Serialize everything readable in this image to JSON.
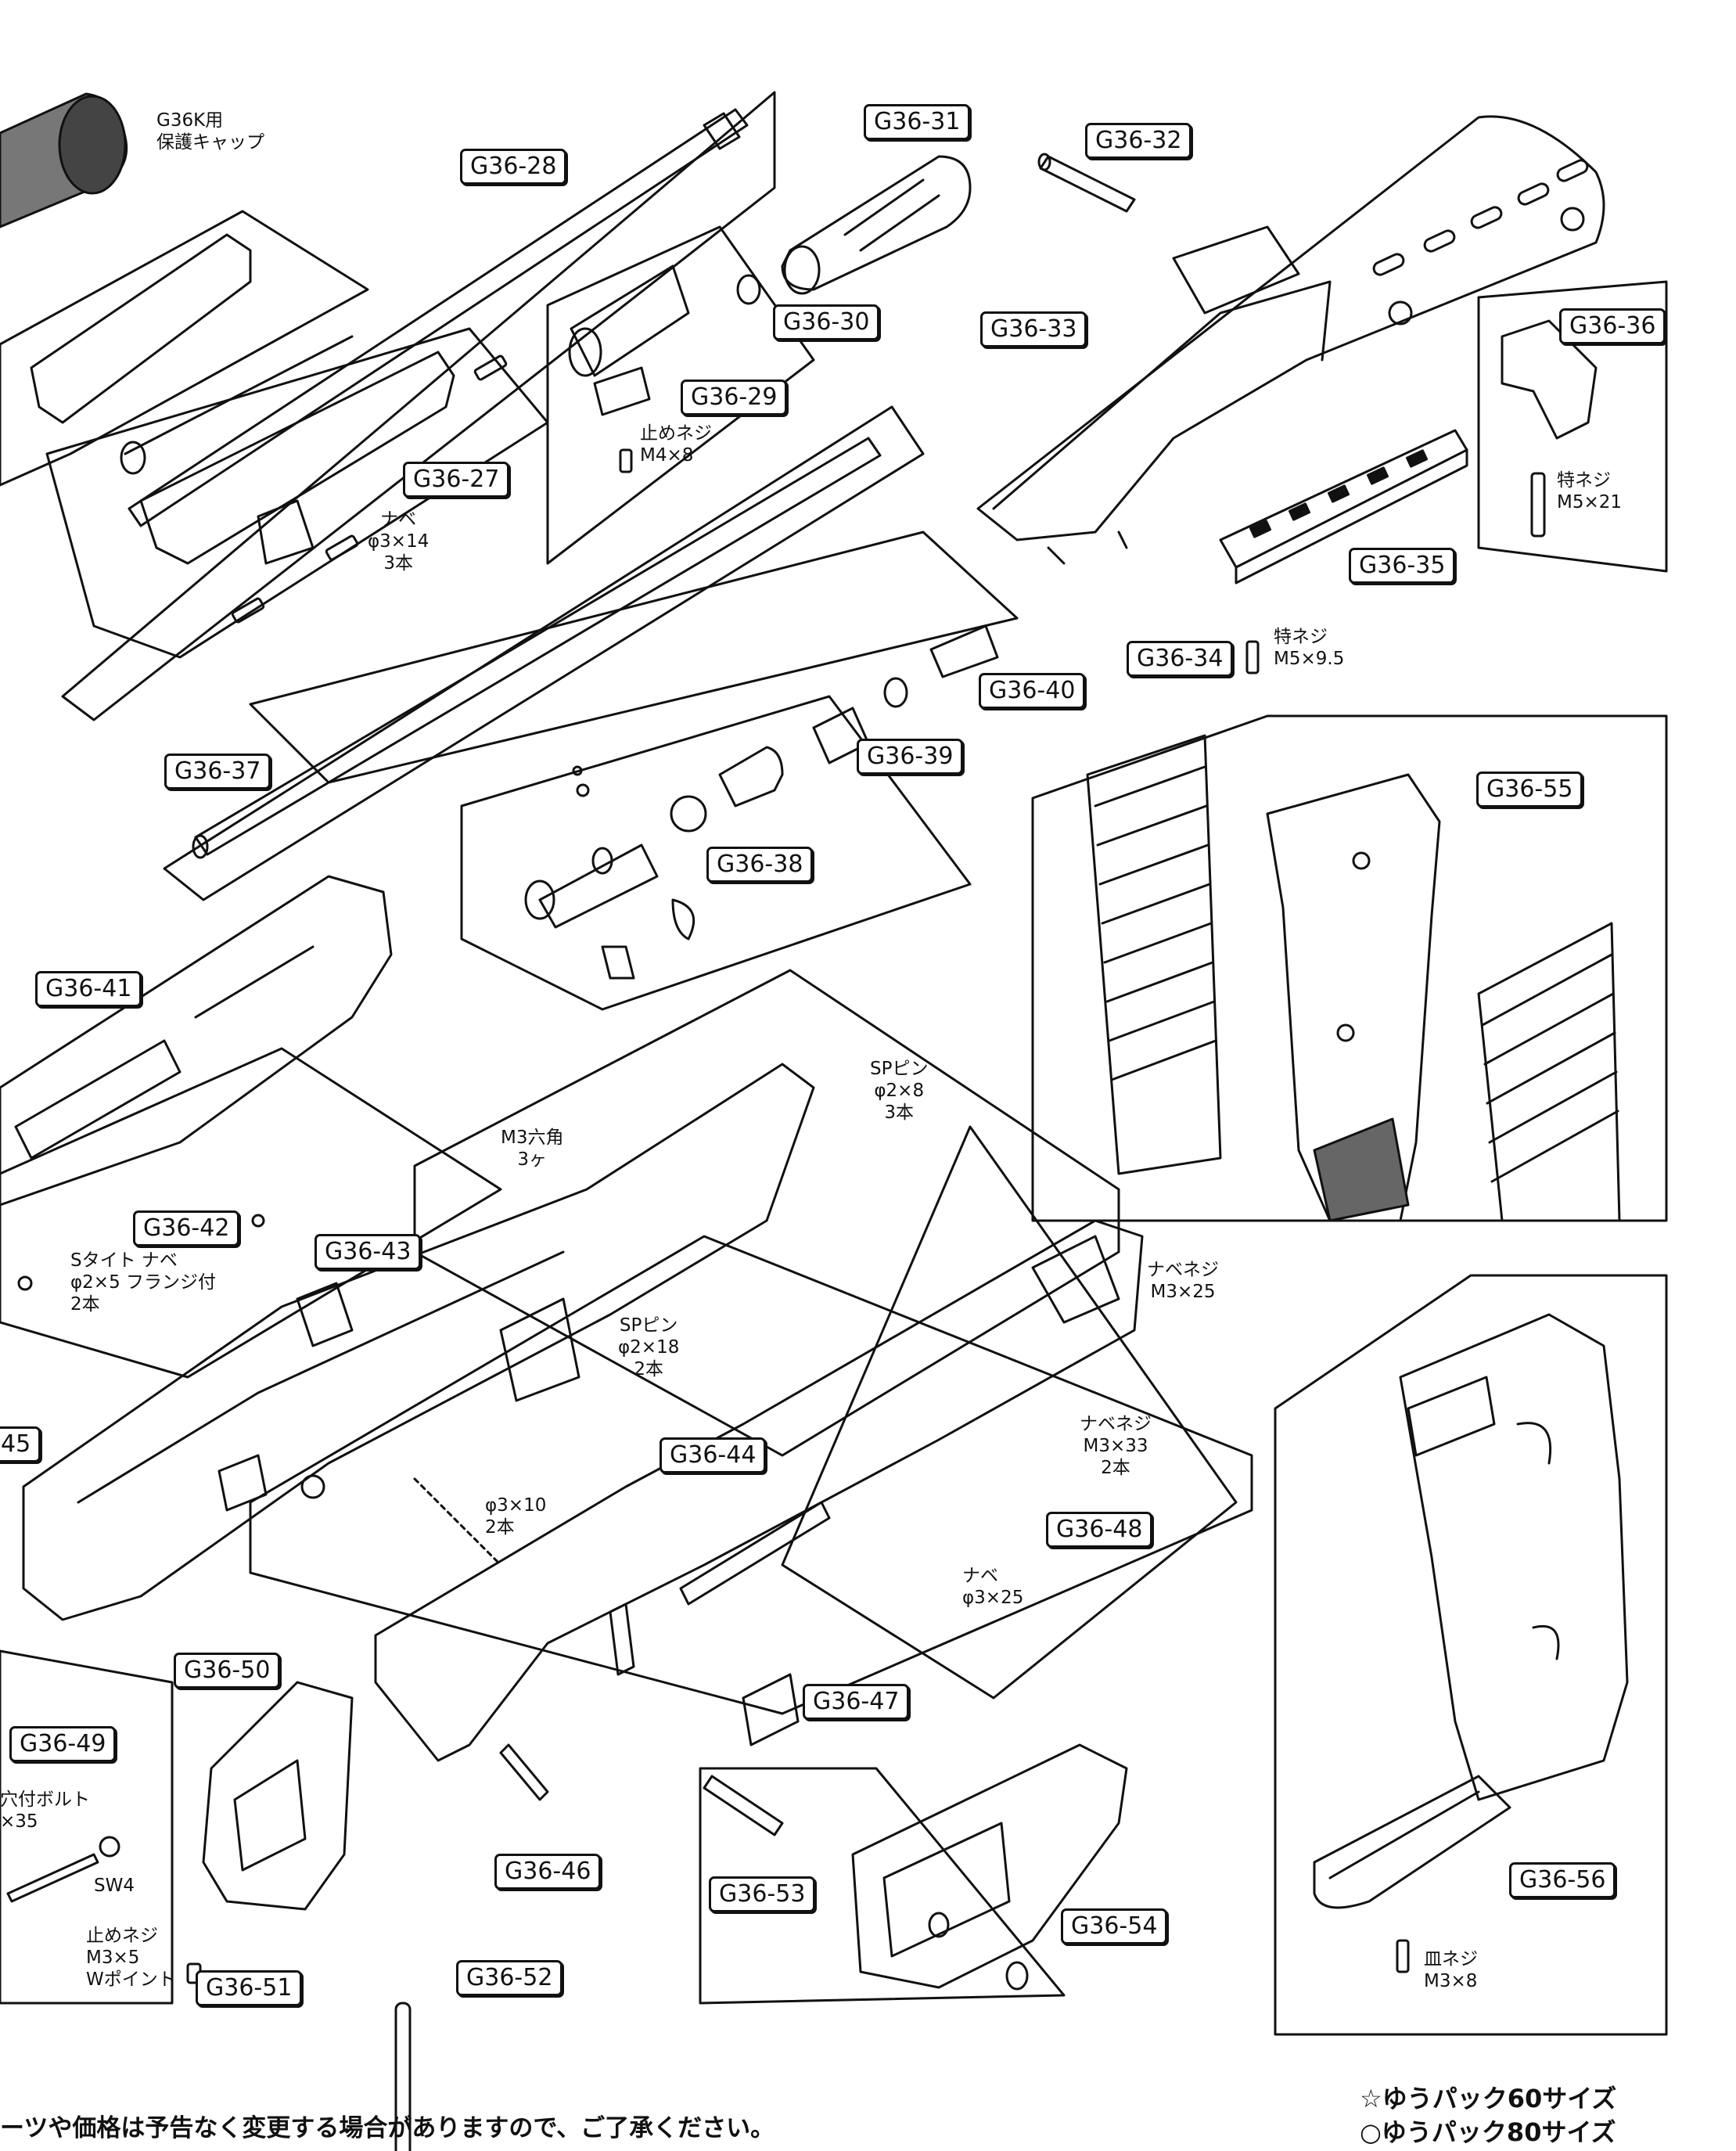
{
  "labels": {
    "g27": "G36-27",
    "g28": "G36-28",
    "g29": "G36-29",
    "g30": "G36-30",
    "g31": "G36-31",
    "g32": "G36-32",
    "g33": "G36-33",
    "g34": "G36-34",
    "g35": "G36-35",
    "g36": "G36-36",
    "g37": "G36-37",
    "g38": "G36-38",
    "g39": "G36-39",
    "g40": "G36-40",
    "g41": "G36-41",
    "g42": "G36-42",
    "g43": "G36-43",
    "g44": "G36-44",
    "g45": "45",
    "g46": "G36-46",
    "g47": "G36-47",
    "g48": "G36-48",
    "g49": "G36-49",
    "g50": "G36-50",
    "g51": "G36-51",
    "g52": "G36-52",
    "g53": "G36-53",
    "g54": "G36-54",
    "g55": "G36-55",
    "g56": "G36-56"
  },
  "notes": {
    "cap": "G36K用\n保護キャップ",
    "screw29": "止めネジ\nM4×8",
    "screw27": "ナベ\nφ3×14\n3本",
    "screw36": "特ネジ\nM5×21",
    "screw34": "特ネジ\nM5×9.5",
    "sppin1": "SPピン\nφ2×8\n3本",
    "hex": "M3六角\n3ヶ",
    "stight": "Sタイト ナベ\nφ2×5 フランジ付\n2本",
    "sppin2": "SPピン\nφ2×18\n2本",
    "nabe25": "ナベネジ\nM3×25",
    "nabe33": "ナベネジ\nM3×33\n2本",
    "phi310": "φ3×10\n2本",
    "nabe325": "ナベ\nφ3×25",
    "bolt": "穴付ボルト\n×35",
    "sw4": "SW4",
    "screw51": "止めネジ\nM3×5\nWポイント",
    "sara": "皿ネジ\nM3×8"
  },
  "footer": {
    "disclaimer": "ーツや価格は予告なく変更する場合がありますので、ご了承ください。",
    "pack60": "☆ゆうパック60サイズ",
    "pack80": "○ゆうパック80サイズ"
  }
}
